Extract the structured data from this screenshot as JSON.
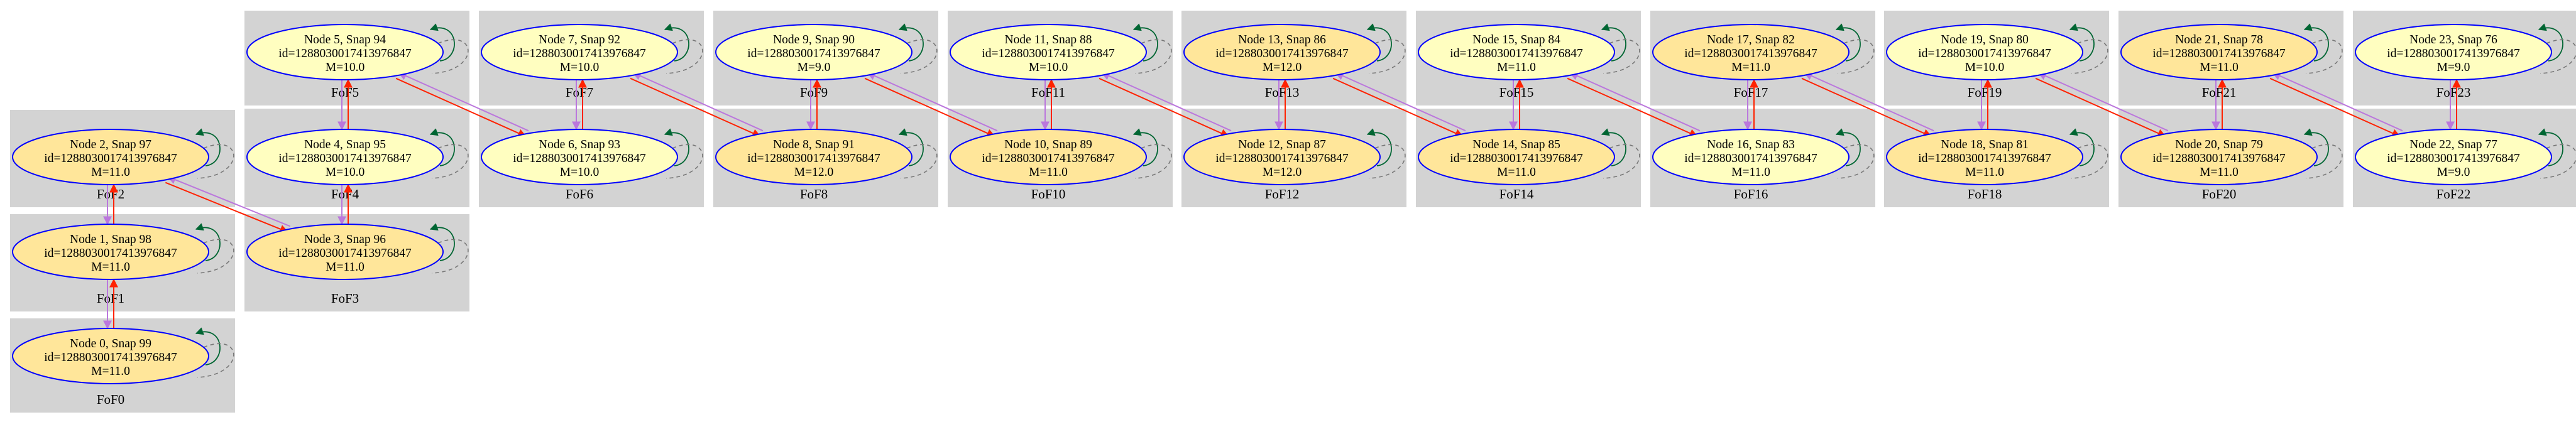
{
  "colors": {
    "cluster_bg": "#d3d3d3",
    "node_stroke": "#0000ff",
    "node_fill_light": "#fffec0",
    "node_fill_dark": "#ffe69a",
    "edge_red": "#ff2200",
    "edge_purple": "#bb77dd",
    "edge_green": "#006633",
    "edge_loop_gray": "#777777"
  },
  "clusters": [
    {
      "label": "FoF0"
    },
    {
      "label": "FoF1"
    },
    {
      "label": "FoF2"
    },
    {
      "label": "FoF3"
    },
    {
      "label": "FoF4"
    },
    {
      "label": "FoF5"
    },
    {
      "label": "FoF6"
    },
    {
      "label": "FoF7"
    },
    {
      "label": "FoF8"
    },
    {
      "label": "FoF9"
    },
    {
      "label": "FoF10"
    },
    {
      "label": "FoF11"
    },
    {
      "label": "FoF12"
    },
    {
      "label": "FoF13"
    },
    {
      "label": "FoF14"
    },
    {
      "label": "FoF15"
    },
    {
      "label": "FoF16"
    },
    {
      "label": "FoF17"
    },
    {
      "label": "FoF18"
    },
    {
      "label": "FoF19"
    },
    {
      "label": "FoF20"
    },
    {
      "label": "FoF21"
    },
    {
      "label": "FoF22"
    },
    {
      "label": "FoF23"
    }
  ],
  "nodes": [
    {
      "title": "Node 0, Snap 99",
      "id_line": "id=1288030017413976847",
      "mass": "M=11.0",
      "fill": "dark"
    },
    {
      "title": "Node 1, Snap 98",
      "id_line": "id=1288030017413976847",
      "mass": "M=11.0",
      "fill": "dark"
    },
    {
      "title": "Node 2, Snap 97",
      "id_line": "id=1288030017413976847",
      "mass": "M=11.0",
      "fill": "dark"
    },
    {
      "title": "Node 3, Snap 96",
      "id_line": "id=1288030017413976847",
      "mass": "M=11.0",
      "fill": "dark"
    },
    {
      "title": "Node 4, Snap 95",
      "id_line": "id=1288030017413976847",
      "mass": "M=10.0",
      "fill": "light"
    },
    {
      "title": "Node 5, Snap 94",
      "id_line": "id=1288030017413976847",
      "mass": "M=10.0",
      "fill": "light"
    },
    {
      "title": "Node 6, Snap 93",
      "id_line": "id=1288030017413976847",
      "mass": "M=10.0",
      "fill": "light"
    },
    {
      "title": "Node 7, Snap 92",
      "id_line": "id=1288030017413976847",
      "mass": "M=10.0",
      "fill": "light"
    },
    {
      "title": "Node 8, Snap 91",
      "id_line": "id=1288030017413976847",
      "mass": "M=12.0",
      "fill": "dark"
    },
    {
      "title": "Node 9, Snap 90",
      "id_line": "id=1288030017413976847",
      "mass": "M=9.0",
      "fill": "light"
    },
    {
      "title": "Node 10, Snap 89",
      "id_line": "id=1288030017413976847",
      "mass": "M=11.0",
      "fill": "dark"
    },
    {
      "title": "Node 11, Snap 88",
      "id_line": "id=1288030017413976847",
      "mass": "M=10.0",
      "fill": "light"
    },
    {
      "title": "Node 12, Snap 87",
      "id_line": "id=1288030017413976847",
      "mass": "M=12.0",
      "fill": "dark"
    },
    {
      "title": "Node 13, Snap 86",
      "id_line": "id=1288030017413976847",
      "mass": "M=12.0",
      "fill": "dark"
    },
    {
      "title": "Node 14, Snap 85",
      "id_line": "id=1288030017413976847",
      "mass": "M=11.0",
      "fill": "dark"
    },
    {
      "title": "Node 15, Snap 84",
      "id_line": "id=1288030017413976847",
      "mass": "M=11.0",
      "fill": "light"
    },
    {
      "title": "Node 16, Snap 83",
      "id_line": "id=1288030017413976847",
      "mass": "M=11.0",
      "fill": "light"
    },
    {
      "title": "Node 17, Snap 82",
      "id_line": "id=1288030017413976847",
      "mass": "M=11.0",
      "fill": "dark"
    },
    {
      "title": "Node 18, Snap 81",
      "id_line": "id=1288030017413976847",
      "mass": "M=11.0",
      "fill": "dark"
    },
    {
      "title": "Node 19, Snap 80",
      "id_line": "id=1288030017413976847",
      "mass": "M=10.0",
      "fill": "light"
    },
    {
      "title": "Node 20, Snap 79",
      "id_line": "id=1288030017413976847",
      "mass": "M=11.0",
      "fill": "dark"
    },
    {
      "title": "Node 21, Snap 78",
      "id_line": "id=1288030017413976847",
      "mass": "M=11.0",
      "fill": "dark"
    },
    {
      "title": "Node 22, Snap 77",
      "id_line": "id=1288030017413976847",
      "mass": "M=9.0",
      "fill": "light"
    },
    {
      "title": "Node 23, Snap 76",
      "id_line": "id=1288030017413976847",
      "mass": "M=9.0",
      "fill": "light"
    }
  ],
  "edges": [
    {
      "from": 0,
      "to": 1
    },
    {
      "from": 1,
      "to": 2
    },
    {
      "from": 2,
      "to": 3
    },
    {
      "from": 3,
      "to": 4
    },
    {
      "from": 4,
      "to": 5
    },
    {
      "from": 5,
      "to": 6
    },
    {
      "from": 6,
      "to": 7
    },
    {
      "from": 7,
      "to": 8
    },
    {
      "from": 8,
      "to": 9
    },
    {
      "from": 9,
      "to": 10
    },
    {
      "from": 10,
      "to": 11
    },
    {
      "from": 11,
      "to": 12
    },
    {
      "from": 12,
      "to": 13
    },
    {
      "from": 13,
      "to": 14
    },
    {
      "from": 14,
      "to": 15
    },
    {
      "from": 15,
      "to": 16
    },
    {
      "from": 16,
      "to": 17
    },
    {
      "from": 17,
      "to": 18
    },
    {
      "from": 18,
      "to": 19
    },
    {
      "from": 19,
      "to": 20
    },
    {
      "from": 20,
      "to": 21
    },
    {
      "from": 21,
      "to": 22
    },
    {
      "from": 22,
      "to": 23
    }
  ]
}
